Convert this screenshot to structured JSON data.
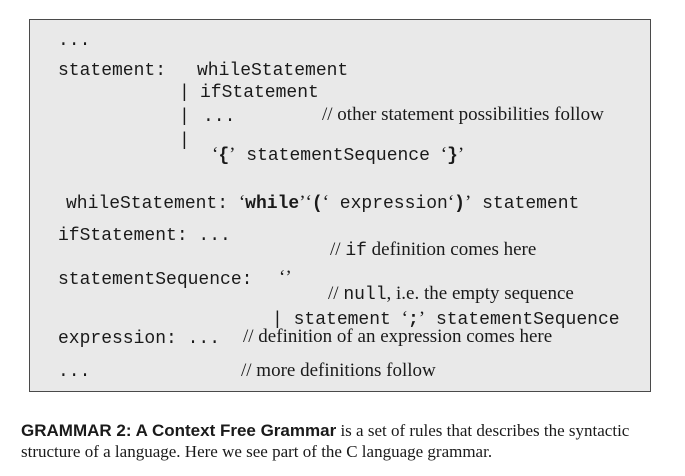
{
  "grammar": {
    "ellipsis_top": "...",
    "statement": {
      "label": "statement:",
      "alt1": "whileStatement",
      "bar2": "|",
      "alt2": "ifStatement",
      "bar3": "|",
      "alt3": "...",
      "comment3": "// other statement possibilities follow",
      "bar4": "|",
      "q_open": "‘",
      "brace_open": "{",
      "q_close": "’",
      "seq": "statementSequence",
      "q_open2": "‘",
      "brace_close": "}",
      "q_close2": "’"
    },
    "while": {
      "label": "whileStatement:",
      "q1": "‘",
      "kw": "while",
      "q2": "’",
      "q3": "‘",
      "lparen": "(",
      "q4": "‘",
      "expr": "expression",
      "q5": "‘",
      "rparen": ")",
      "q6": "’",
      "stmt": "statement"
    },
    "if": {
      "label": "ifStatement: ...",
      "comment_pre": "// ",
      "kw": "if",
      "comment_post": " definition comes here"
    },
    "seq": {
      "label": "statementSequence:",
      "empty": "‘’",
      "comment_pre": "// ",
      "null": "null",
      "comment_post": ", i.e. the empty sequence",
      "bar": "|",
      "stmt": "statement",
      "q1": "‘",
      "semi": ";",
      "q2": "’",
      "seq": "statementSequence"
    },
    "expression": {
      "label": "expression: ...",
      "comment": "// definition of an expression comes here"
    },
    "ellipsis_bottom": "...",
    "comment_bottom": "// more definitions follow"
  },
  "caption": {
    "lead": "GRAMMAR 2: A Context Free Grammar",
    "text": " is a set of rules that describes the syntactic structure of a language.  Here we see part of the C language grammar."
  }
}
